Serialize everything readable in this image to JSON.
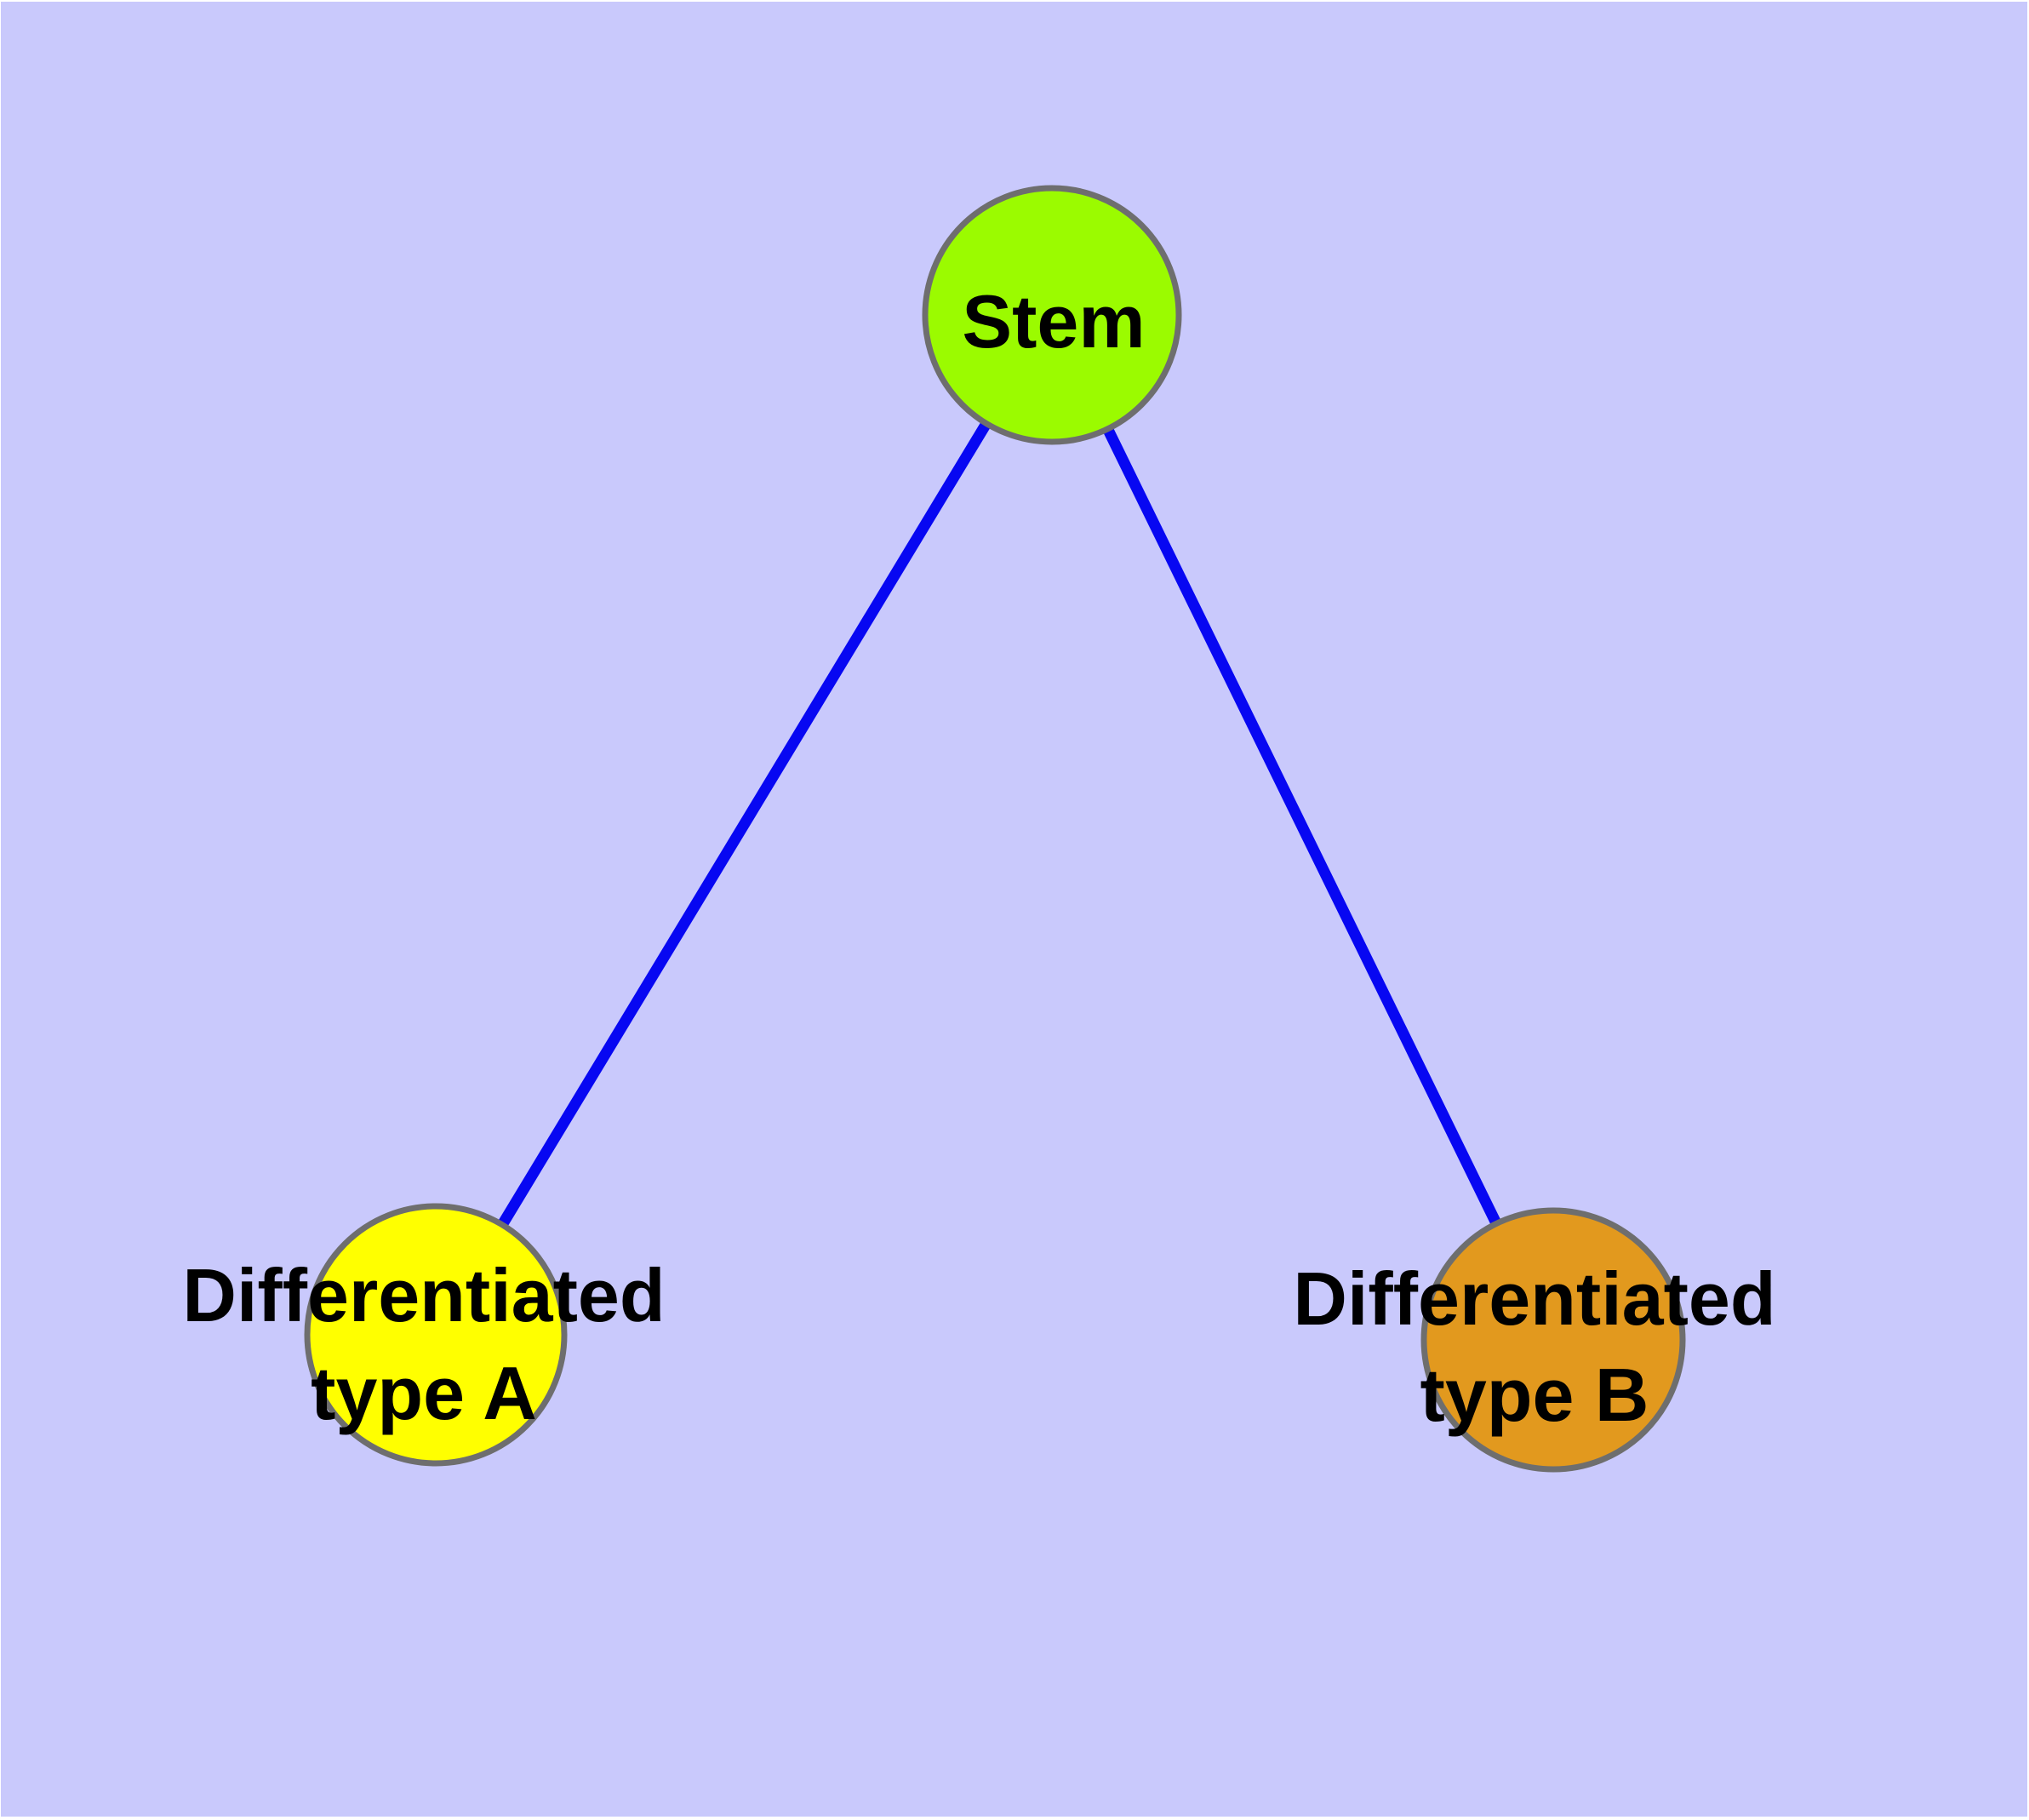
{
  "diagram": {
    "background_color": "#C9C9FC",
    "edge_color": "#0707F2",
    "node_border_color": "#6E6E6E",
    "label_color": "#000000",
    "nodes": {
      "stem": {
        "label": "Stem",
        "fill": "#9BFB00"
      },
      "type_a": {
        "label_line1": "Differentiated",
        "label_line2": "type A",
        "fill": "#FFFF00"
      },
      "type_b": {
        "label_line1": "Differentiated",
        "label_line2": "type B",
        "fill": "#E2991E"
      }
    },
    "edges": [
      {
        "from": "Stem",
        "to": "Differentiated type A"
      },
      {
        "from": "Stem",
        "to": "Differentiated type B"
      }
    ]
  }
}
